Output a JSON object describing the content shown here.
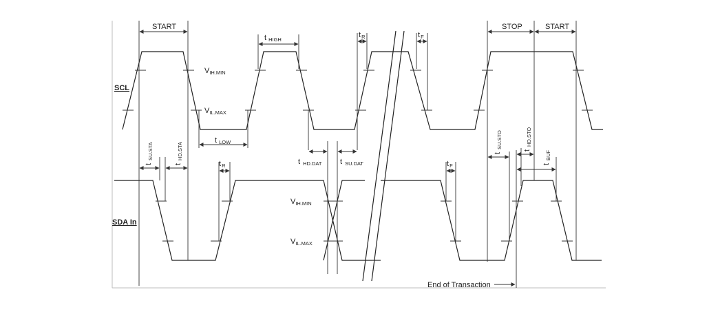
{
  "signals": {
    "scl": "SCL",
    "sda": "SDA In"
  },
  "phases": {
    "start": "START",
    "stop": "STOP",
    "start_repeat": "START"
  },
  "timing": {
    "t": "t",
    "high": "HIGH",
    "low": "LOW",
    "r": "R",
    "f": "F",
    "su_sta": "SU.STA",
    "hd_sta": "HD.STA",
    "hd_dat": "HD.DAT",
    "su_dat": "SU.DAT",
    "su_sto": "SU.STO",
    "hd_sto": "HD.STO",
    "buf": "BUF"
  },
  "levels": {
    "v": "V",
    "ih_min": "IH.MIN",
    "il_max": "IL.MAX"
  },
  "annotations": {
    "end_of_transaction": "End of Transaction"
  }
}
